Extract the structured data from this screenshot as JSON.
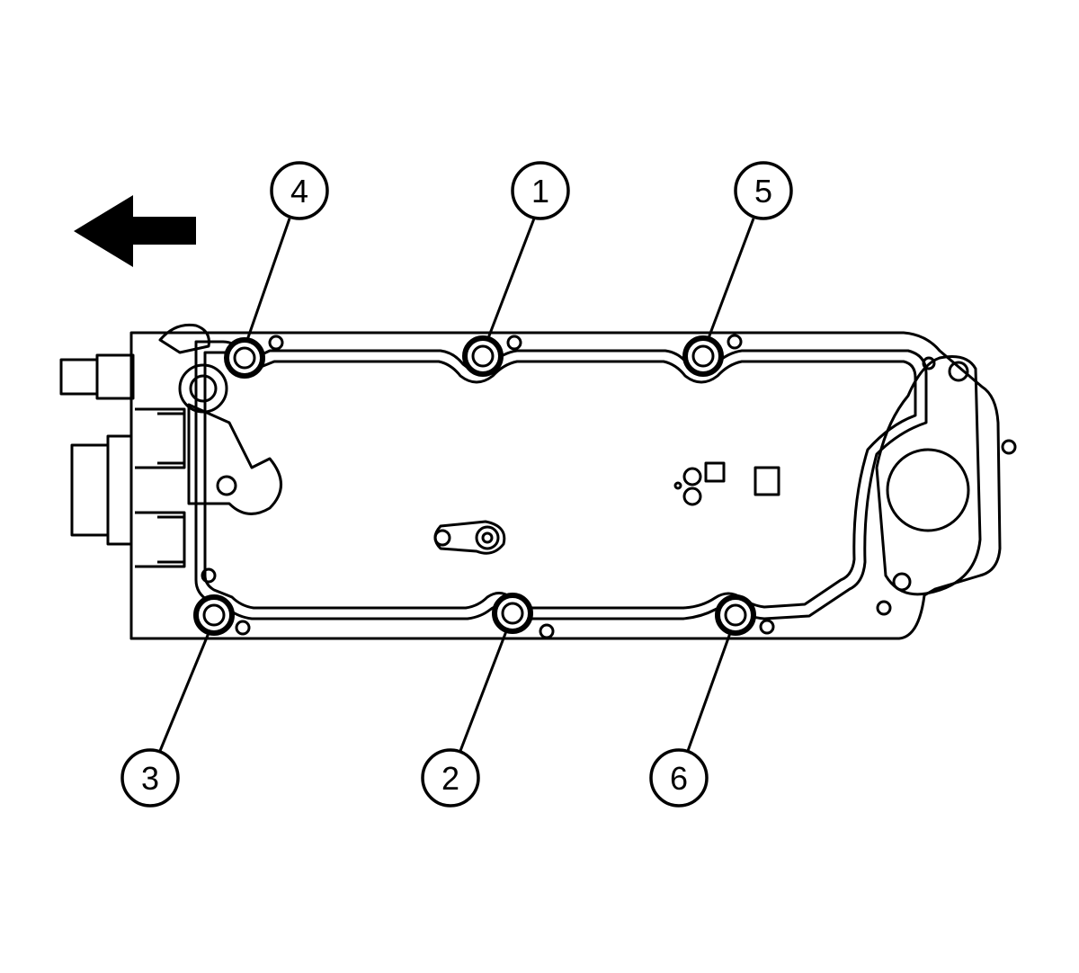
{
  "callouts": [
    {
      "id": "4",
      "label": "4"
    },
    {
      "id": "1",
      "label": "1"
    },
    {
      "id": "5",
      "label": "5"
    },
    {
      "id": "3",
      "label": "3"
    },
    {
      "id": "2",
      "label": "2"
    },
    {
      "id": "6",
      "label": "6"
    }
  ],
  "arrow": {
    "direction": "left",
    "icon": "direction-arrow-icon"
  },
  "colors": {
    "line": "#000000",
    "background": "#ffffff"
  }
}
